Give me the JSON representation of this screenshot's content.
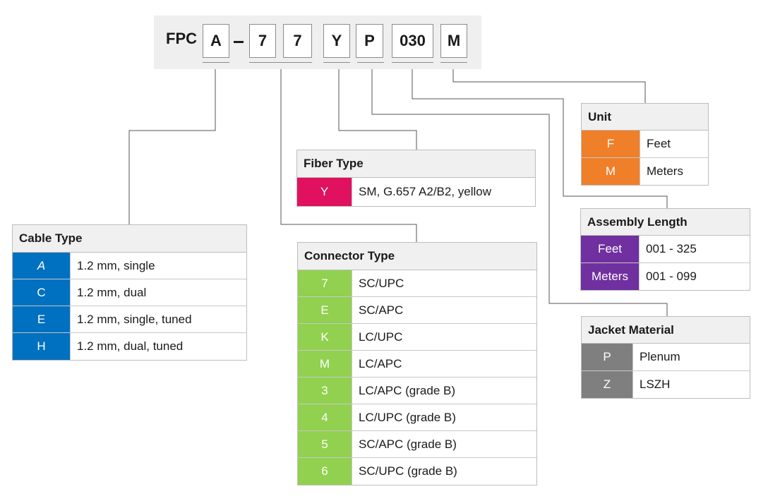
{
  "part_number": {
    "prefix": "FPC",
    "segments": [
      "A",
      "7",
      "7",
      "Y",
      "P",
      "030",
      "M"
    ],
    "separator": "-"
  },
  "colors": {
    "cable": "#0070c0",
    "fiber": "#e0115f",
    "connector": "#92d050",
    "unit": "#f07f2a",
    "length": "#7030a0",
    "jacket": "#7f7f7f"
  },
  "cable_type": {
    "title": "Cable Type",
    "rows": [
      {
        "code": "A",
        "desc": "1.2 mm, single"
      },
      {
        "code": "C",
        "desc": "1.2 mm, dual"
      },
      {
        "code": "E",
        "desc": "1.2 mm, single, tuned"
      },
      {
        "code": "H",
        "desc": "1.2 mm, dual, tuned"
      }
    ]
  },
  "fiber_type": {
    "title": "Fiber Type",
    "rows": [
      {
        "code": "Y",
        "desc": "SM, G.657 A2/B2, yellow"
      }
    ]
  },
  "connector_type": {
    "title": "Connector Type",
    "rows": [
      {
        "code": "7",
        "desc": "SC/UPC"
      },
      {
        "code": "E",
        "desc": "SC/APC"
      },
      {
        "code": "K",
        "desc": "LC/UPC"
      },
      {
        "code": "M",
        "desc": "LC/APC"
      },
      {
        "code": "3",
        "desc": "LC/APC (grade B)"
      },
      {
        "code": "4",
        "desc": "LC/UPC (grade B)"
      },
      {
        "code": "5",
        "desc": "SC/APC (grade B)"
      },
      {
        "code": "6",
        "desc": "SC/UPC (grade B)"
      }
    ]
  },
  "unit": {
    "title": "Unit",
    "rows": [
      {
        "code": "F",
        "desc": "Feet"
      },
      {
        "code": "M",
        "desc": "Meters"
      }
    ]
  },
  "assembly_length": {
    "title": "Assembly Length",
    "rows": [
      {
        "code": "Feet",
        "desc": "001 - 325"
      },
      {
        "code": "Meters",
        "desc": "001 - 099"
      }
    ]
  },
  "jacket_material": {
    "title": "Jacket Material",
    "rows": [
      {
        "code": "P",
        "desc": "Plenum"
      },
      {
        "code": "Z",
        "desc": "LSZH"
      }
    ]
  }
}
